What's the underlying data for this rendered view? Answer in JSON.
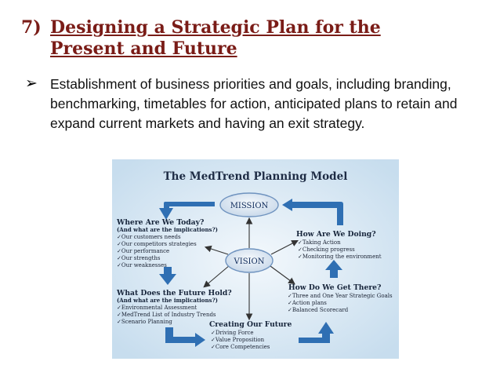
{
  "slide": {
    "heading_number": "7)",
    "heading_text": "Designing a Strategic Plan for the Present and Future",
    "bullet_glyph": "➢",
    "bullet_text": "Establishment of business priorities and goals, including branding, benchmarking, timetables for action, anticipated plans to retain and expand current markets and having an exit strategy."
  },
  "diagram": {
    "title": "The MedTrend Planning Model",
    "mission": "MISSION",
    "vision": "VISION",
    "today": {
      "heading": "Where Are We Today?",
      "sub": "(And what are the implications?)",
      "items": [
        "Our customers needs",
        "Our competitors strategies",
        "Our performance",
        "Our strengths",
        "Our weaknesses"
      ]
    },
    "doing": {
      "heading": "How Are We Doing?",
      "items": [
        "Taking Action",
        "Checking progress",
        "Monitoring the environment"
      ]
    },
    "get_there": {
      "heading": "How Do We Get There?",
      "items": [
        "Three and One Year Strategic Goals",
        "Action plans",
        "Balanced Scorecard"
      ]
    },
    "future_hold": {
      "heading": "What Does the Future Hold?",
      "sub": "(And what are the implications?)",
      "items": [
        "Environmental Assessment",
        "MedTrend List of Industry Trends",
        "Scenario Planning"
      ]
    },
    "creating": {
      "heading": "Creating Our Future",
      "items": [
        "Driving Force",
        "Value Proposition",
        "Core Competencies"
      ]
    },
    "colors": {
      "background": "#cfe3f1",
      "arrow": "#2f6fb3",
      "oval_stroke": "#6f93bf",
      "heading": "#7a1c17"
    }
  }
}
